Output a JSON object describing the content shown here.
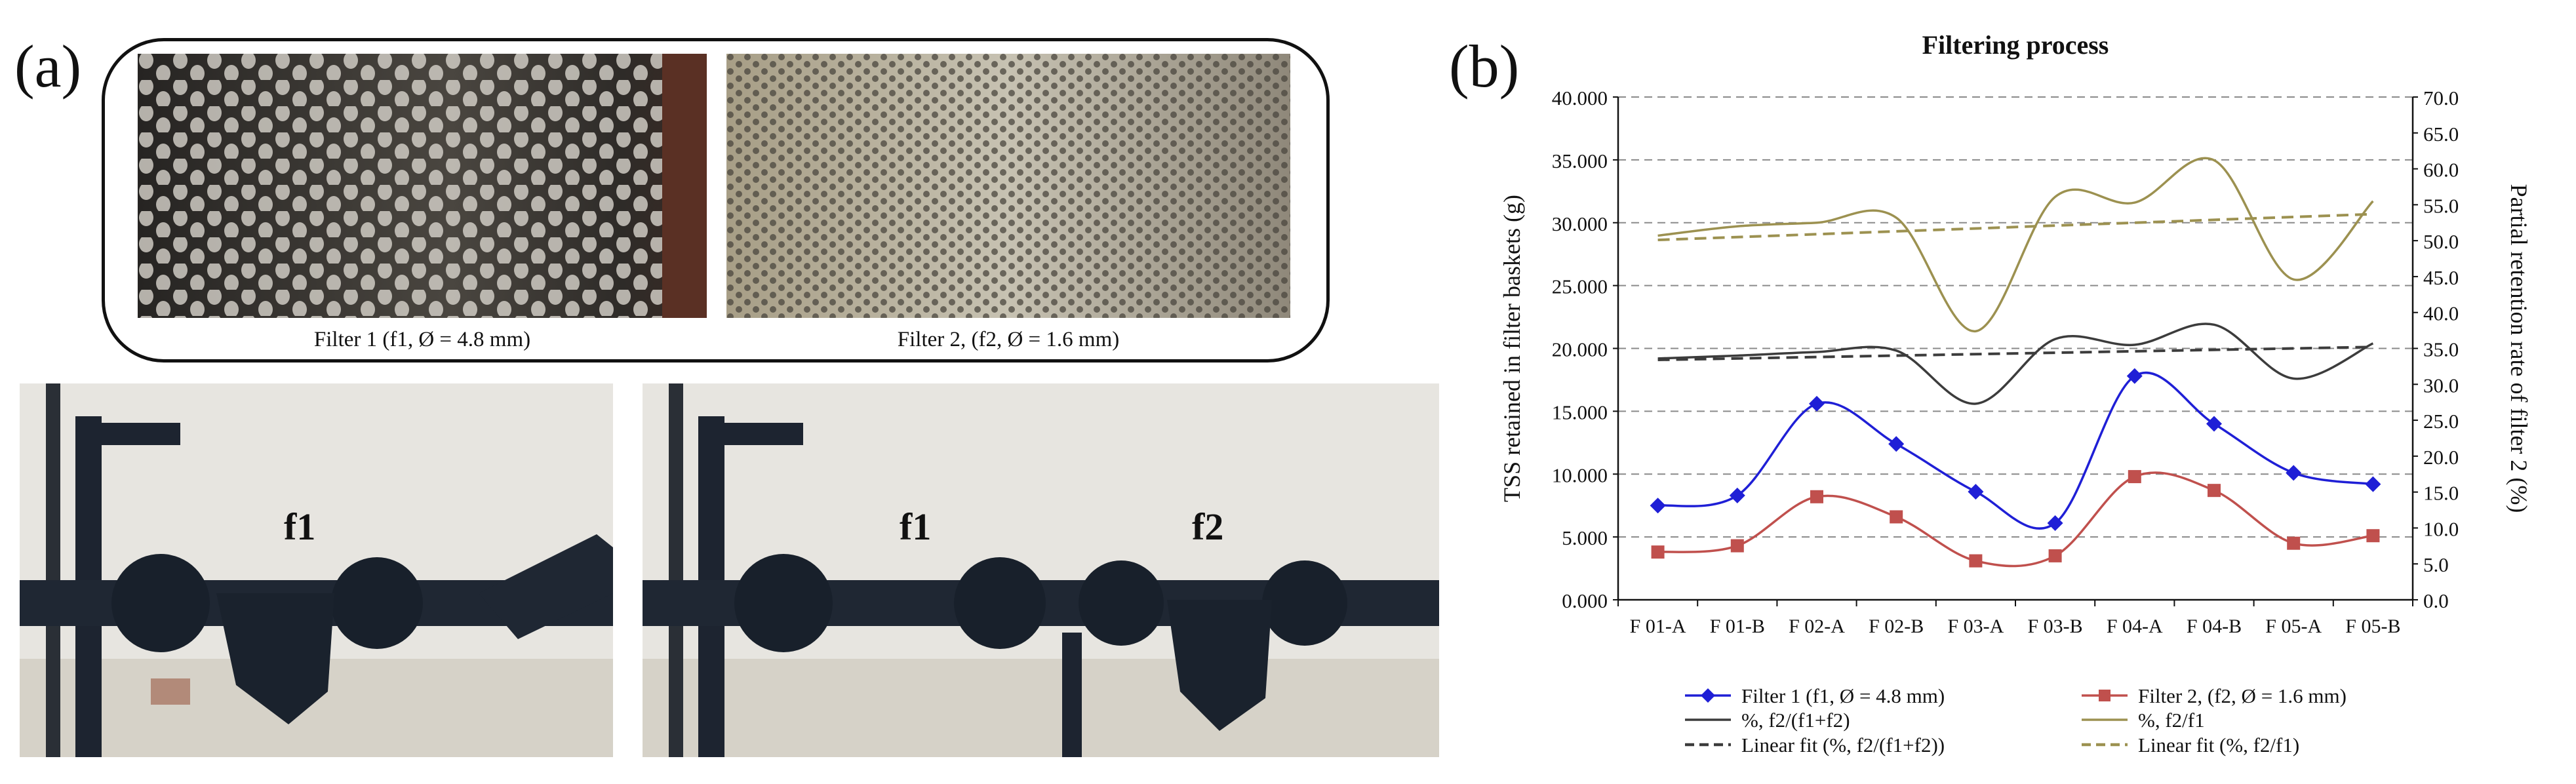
{
  "panel_a": {
    "label": "(a)",
    "filter1_caption": "Filter 1 (f1, Ø = 4.8 mm)",
    "filter2_caption": "Filter 2, (f2, Ø = 1.6 mm)",
    "photo_left_label": "f1",
    "photo_right_label_1": "f1",
    "photo_right_label_2": "f2"
  },
  "panel_b": {
    "label": "(b)"
  },
  "colors": {
    "filter1": "#1f1fd6",
    "filter2": "#c0504d",
    "ratio_f2_f1f2": "#3c3c3c",
    "ratio_f2_f1": "#9c9150",
    "fit_f2_f1f2": "#3c3c3c",
    "fit_f2_f1": "#9c9150"
  },
  "chart_data": {
    "type": "line",
    "title": "Filtering process",
    "ylabel": "TSS retained in filter baskets (g)",
    "y2label": "Partial retention rate of filter 2 (%)",
    "ylim": [
      0,
      40
    ],
    "y2lim": [
      0,
      70
    ],
    "yticks": [
      "0.000",
      "5.000",
      "10.000",
      "15.000",
      "20.000",
      "25.000",
      "30.000",
      "35.000",
      "40.000"
    ],
    "y2ticks": [
      "0.0",
      "5.0",
      "10.0",
      "15.0",
      "20.0",
      "25.0",
      "30.0",
      "35.0",
      "40.0",
      "45.0",
      "50.0",
      "55.0",
      "60.0",
      "65.0",
      "70.0"
    ],
    "categories": [
      "F 01-A",
      "F 01-B",
      "F 02-A",
      "F 02-B",
      "F 03-A",
      "F 03-B",
      "F 04-A",
      "F 04-B",
      "F 05-A",
      "F 05-B"
    ],
    "grid": "horizontal dashed",
    "legend_position": "bottom",
    "series": [
      {
        "name": "Filter 1 (f1, Ø = 4.8 mm)",
        "axis": "left",
        "marker": "diamond",
        "style": "solid",
        "values": [
          7.5,
          8.3,
          15.6,
          12.4,
          8.6,
          6.1,
          17.8,
          14.0,
          10.1,
          9.2
        ]
      },
      {
        "name": "Filter 2, (f2, Ø = 1.6 mm)",
        "axis": "left",
        "marker": "square",
        "style": "solid",
        "values": [
          3.8,
          4.3,
          8.2,
          6.6,
          3.1,
          3.5,
          9.8,
          8.7,
          4.5,
          5.1
        ]
      },
      {
        "name": "%, f2/(f1+f2)",
        "axis": "right",
        "marker": "none",
        "style": "solid",
        "values": [
          33.6,
          34.0,
          34.5,
          34.7,
          27.3,
          36.3,
          35.5,
          38.3,
          30.8,
          35.7
        ]
      },
      {
        "name": "%, f2/f1",
        "axis": "right",
        "marker": "none",
        "style": "solid",
        "values": [
          50.7,
          52.0,
          52.5,
          53.2,
          37.4,
          56.1,
          55.3,
          61.2,
          44.6,
          55.5
        ]
      },
      {
        "name": "Linear fit (%, f2/(f1+f2))",
        "axis": "right",
        "marker": "none",
        "style": "dashed",
        "values": [
          33.4,
          33.6,
          33.8,
          34.0,
          34.2,
          34.4,
          34.6,
          34.8,
          35.0,
          35.2
        ]
      },
      {
        "name": "Linear fit (%, f2/f1)",
        "axis": "right",
        "marker": "none",
        "style": "dashed",
        "values": [
          50.1,
          50.5,
          50.9,
          51.3,
          51.7,
          52.1,
          52.5,
          52.9,
          53.3,
          53.7
        ]
      }
    ]
  }
}
